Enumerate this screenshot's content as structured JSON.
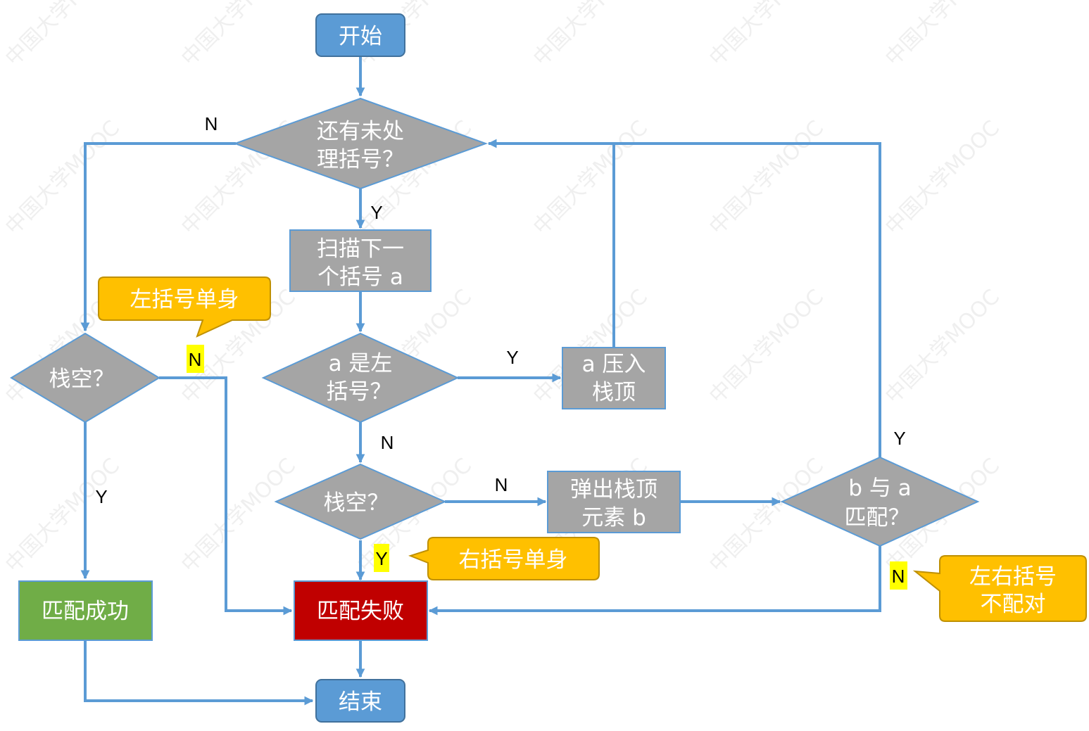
{
  "watermark": "中国大学MOOC",
  "colors": {
    "edge": "#5b9bd5",
    "blue_node": "#5b9bd5",
    "gray_node": "#a5a5a5",
    "success_node": "#70ad47",
    "fail_node": "#c00000",
    "callout": "#ffc000",
    "highlight": "#ffff00"
  },
  "nodes": {
    "start": "开始",
    "has_more": [
      "还有未处",
      "理括号？"
    ],
    "scan_next": [
      "扫描下一",
      "个括号 a"
    ],
    "is_left": [
      "a 是左",
      "括号？"
    ],
    "push": [
      "a 压入",
      "栈顶"
    ],
    "stack_empty_left": "栈空？",
    "stack_empty_mid": "栈空？",
    "pop": [
      "弹出栈顶",
      "元素 b"
    ],
    "match_check": [
      "b 与 a",
      "匹配？"
    ],
    "success": "匹配成功",
    "fail": "匹配失败",
    "end": "结束"
  },
  "edge_labels": {
    "has_more_no": "N",
    "has_more_yes": "Y",
    "is_left_yes": "Y",
    "is_left_no": "N",
    "left_empty_no": "N",
    "left_empty_yes": "Y",
    "mid_empty_no": "N",
    "mid_empty_yes": "Y",
    "match_yes": "Y",
    "match_no": "N"
  },
  "callouts": {
    "left_single": "左括号单身",
    "right_single": "右括号单身",
    "mismatch": [
      "左右括号",
      "不配对"
    ]
  }
}
